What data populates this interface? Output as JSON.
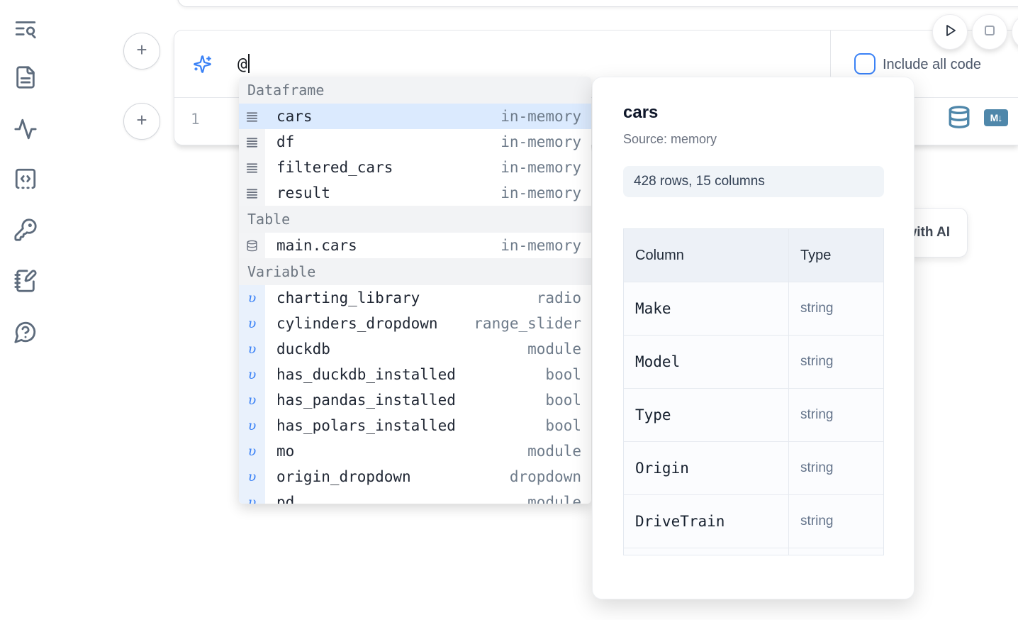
{
  "colors": {
    "accent": "#3b82f6",
    "selection_blue": "#dbeafe",
    "cell_icon_blue": "#4f87aa"
  },
  "sidebar": {
    "icons": [
      "text-search",
      "file-text",
      "activity",
      "snippets-code",
      "key",
      "notebook-pen",
      "help-circle"
    ]
  },
  "run_controls": {
    "icons": [
      "play",
      "stop"
    ]
  },
  "prompt": {
    "value": "@",
    "checkbox_label": "Include all code"
  },
  "completion": {
    "sections": [
      {
        "label": "Dataframe",
        "items": [
          {
            "name": "cars",
            "meta": "in-memory"
          },
          {
            "name": "df",
            "meta": "in-memory"
          },
          {
            "name": "filtered_cars",
            "meta": "in-memory"
          },
          {
            "name": "result",
            "meta": "in-memory"
          }
        ]
      },
      {
        "label": "Table",
        "items": [
          {
            "name": "main.cars",
            "meta": "in-memory"
          }
        ]
      },
      {
        "label": "Variable",
        "items": [
          {
            "name": "charting_library",
            "meta": "radio"
          },
          {
            "name": "cylinders_dropdown",
            "meta": "range_slider"
          },
          {
            "name": "duckdb",
            "meta": "module"
          },
          {
            "name": "has_duckdb_installed",
            "meta": "bool"
          },
          {
            "name": "has_pandas_installed",
            "meta": "bool"
          },
          {
            "name": "has_polars_installed",
            "meta": "bool"
          },
          {
            "name": "mo",
            "meta": "module"
          },
          {
            "name": "origin_dropdown",
            "meta": "dropdown"
          },
          {
            "name": "pd",
            "meta": "module"
          }
        ]
      }
    ]
  },
  "preview": {
    "title": "cars",
    "source": "Source: memory",
    "shape": "428 rows, 15 columns",
    "table": {
      "headers": [
        "Column",
        "Type"
      ],
      "rows": [
        [
          "Make",
          "string"
        ],
        [
          "Model",
          "string"
        ],
        [
          "Type",
          "string"
        ],
        [
          "Origin",
          "string"
        ],
        [
          "DriveTrain",
          "string"
        ]
      ]
    }
  },
  "cell": {
    "line_number": "1",
    "icons": [
      "database",
      "markdown-download"
    ]
  },
  "ai_button": {
    "label": "Generate with AI"
  }
}
